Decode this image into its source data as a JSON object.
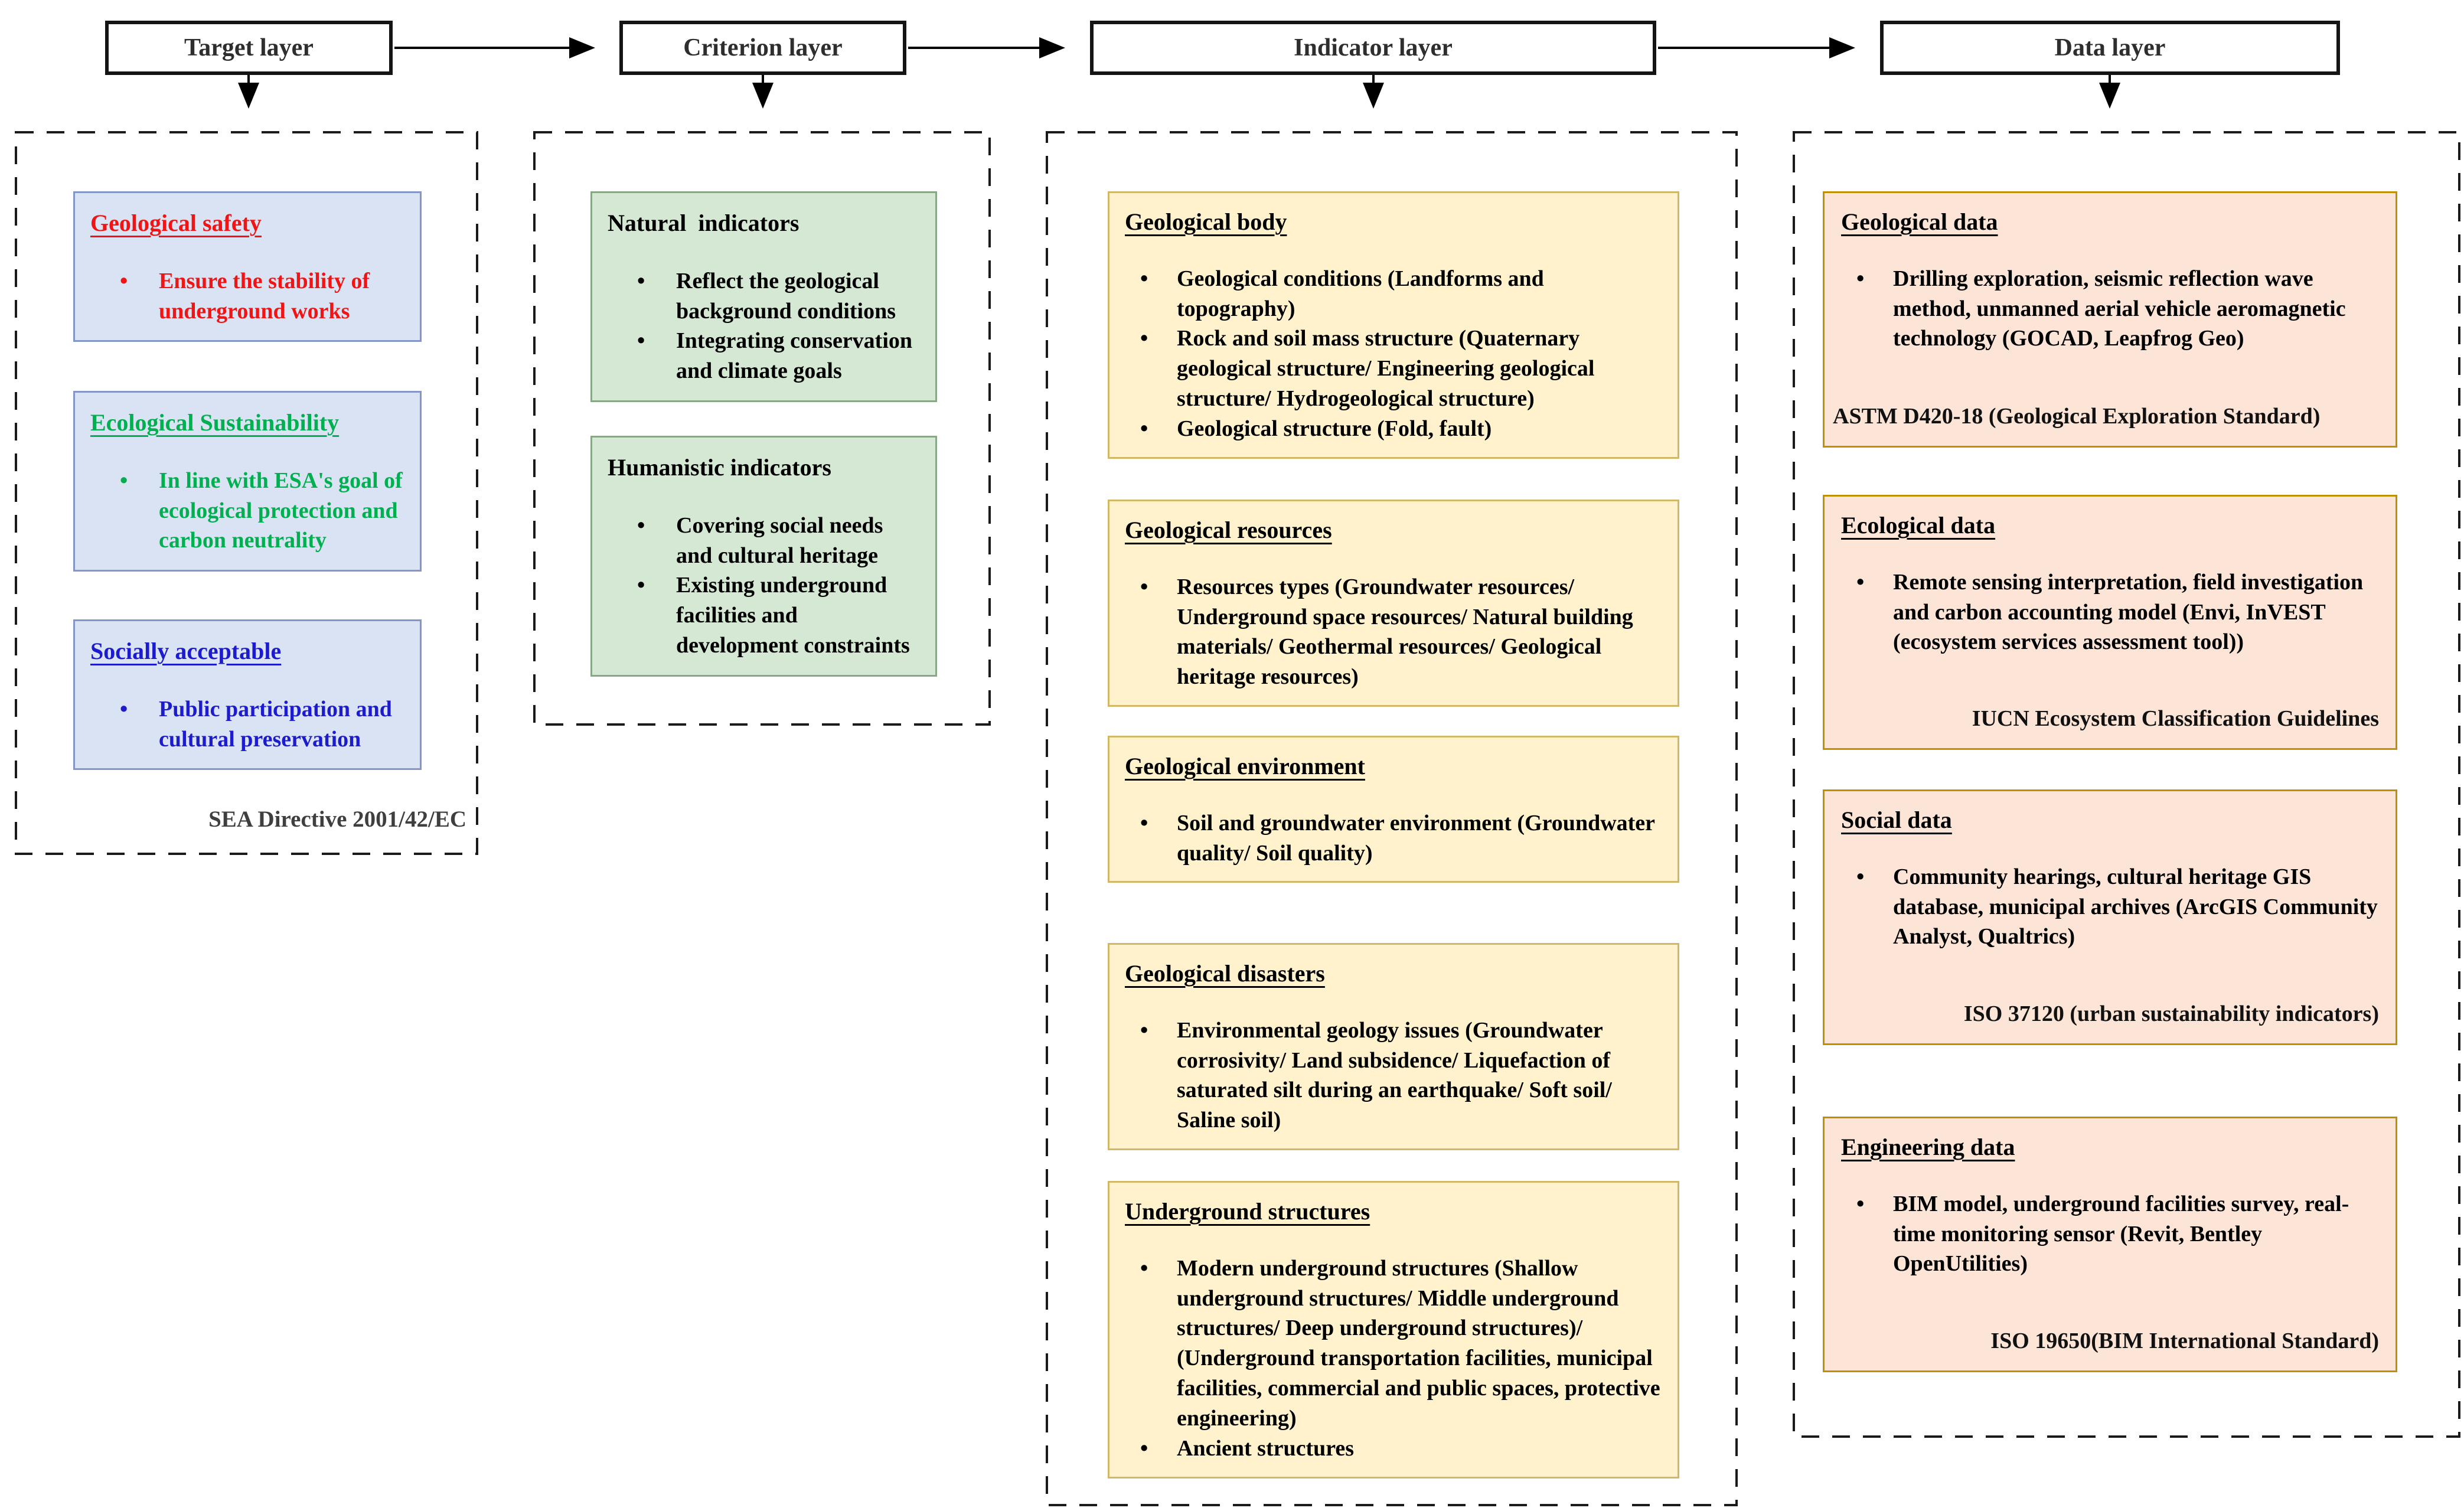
{
  "header": {
    "layers": [
      {
        "label": "Target layer"
      },
      {
        "label": "Criterion layer"
      },
      {
        "label": "Indicator layer"
      },
      {
        "label": "Data layer"
      }
    ]
  },
  "target_layer": {
    "boxes": [
      {
        "title": "Geological safety",
        "color": "#f01414",
        "bullets": [
          "Ensure the stability of underground works"
        ]
      },
      {
        "title": "Ecological Sustainability",
        "color": "#0fا0b050",
        "bullets": [
          "In line with ESA's goal of ecological protection and carbon neutrality"
        ]
      },
      {
        "title": "Socially acceptable",
        "color": "#1c1ccd",
        "bullets": [
          "Public participation and cultural preservation"
        ]
      }
    ],
    "footnote": "SEA Directive 2001/42/EC"
  },
  "criterion_layer": {
    "boxes": [
      {
        "title": "Natural  indicators",
        "bullets": [
          "Reflect the geological background conditions",
          "Integrating conservation and climate goals"
        ]
      },
      {
        "title": "Humanistic indicators",
        "bullets": [
          "Covering social needs and cultural heritage",
          "Existing underground facilities and development constraints"
        ]
      }
    ]
  },
  "indicator_layer": {
    "boxes": [
      {
        "title": "Geological body",
        "bullets": [
          "Geological conditions (Landforms and topography)",
          "Rock and soil mass structure (Quaternary geological structure/ Engineering geological structure/ Hydrogeological structure)",
          "Geological structure (Fold, fault)"
        ]
      },
      {
        "title": "Geological resources",
        "bullets": [
          "Resources types (Groundwater resources/ Underground space resources/ Natural building materials/ Geothermal resources/ Geological heritage resources)"
        ]
      },
      {
        "title": "Geological environment",
        "bullets": [
          "Soil and groundwater environment (Groundwater quality/ Soil quality)"
        ]
      },
      {
        "title": "Geological disasters",
        "bullets": [
          "Environmental geology issues (Groundwater corrosivity/ Land subsidence/ Liquefaction of saturated silt during an earthquake/ Soft soil/ Saline soil)"
        ]
      },
      {
        "title": "Underground structures",
        "bullets": [
          "Modern underground structures (Shallow underground structures/ Middle underground structures/ Deep underground structures)/ (Underground transportation facilities, municipal facilities, commercial and public spaces, protective engineering)",
          "Ancient structures"
        ]
      }
    ]
  },
  "data_layer": {
    "boxes": [
      {
        "title": "Geological data",
        "bullets": [
          "Drilling exploration, seismic reflection wave method, unmanned aerial vehicle aeromagnetic technology (GOCAD, Leapfrog Geo)"
        ],
        "standard": "ASTM D420-18 (Geological Exploration Standard)"
      },
      {
        "title": "Ecological data",
        "bullets": [
          "Remote sensing interpretation, field investigation and carbon accounting model (Envi, InVEST (ecosystem services assessment tool))"
        ],
        "standard": "IUCN Ecosystem Classification Guidelines"
      },
      {
        "title": "Social data",
        "bullets": [
          "Community hearings, cultural heritage GIS database, municipal archives (ArcGIS Community Analyst, Qualtrics)"
        ],
        "standard": "ISO 37120 (urban sustainability indicators)"
      },
      {
        "title": "Engineering data",
        "bullets": [
          "BIM model, underground facilities survey, real-time monitoring sensor (Revit, Bentley OpenUtilities)"
        ],
        "standard": "ISO 19650(BIM International Standard)"
      }
    ]
  },
  "colors": {
    "target_box_bg": "#dae3f3",
    "target_box_border": "#8496c8",
    "criterion_box_bg": "#d5e8d4",
    "criterion_box_border": "#87a786",
    "indicator_box_bg": "#fff2cc",
    "indicator_box_border": "#d2b866",
    "data_box_bg": "#fce5d6",
    "data_box_border": "#bf9000",
    "arrow": "#000000",
    "target_title_red": "#f01414",
    "target_title_green": "#00b050",
    "target_title_blue": "#1c1ccd"
  }
}
